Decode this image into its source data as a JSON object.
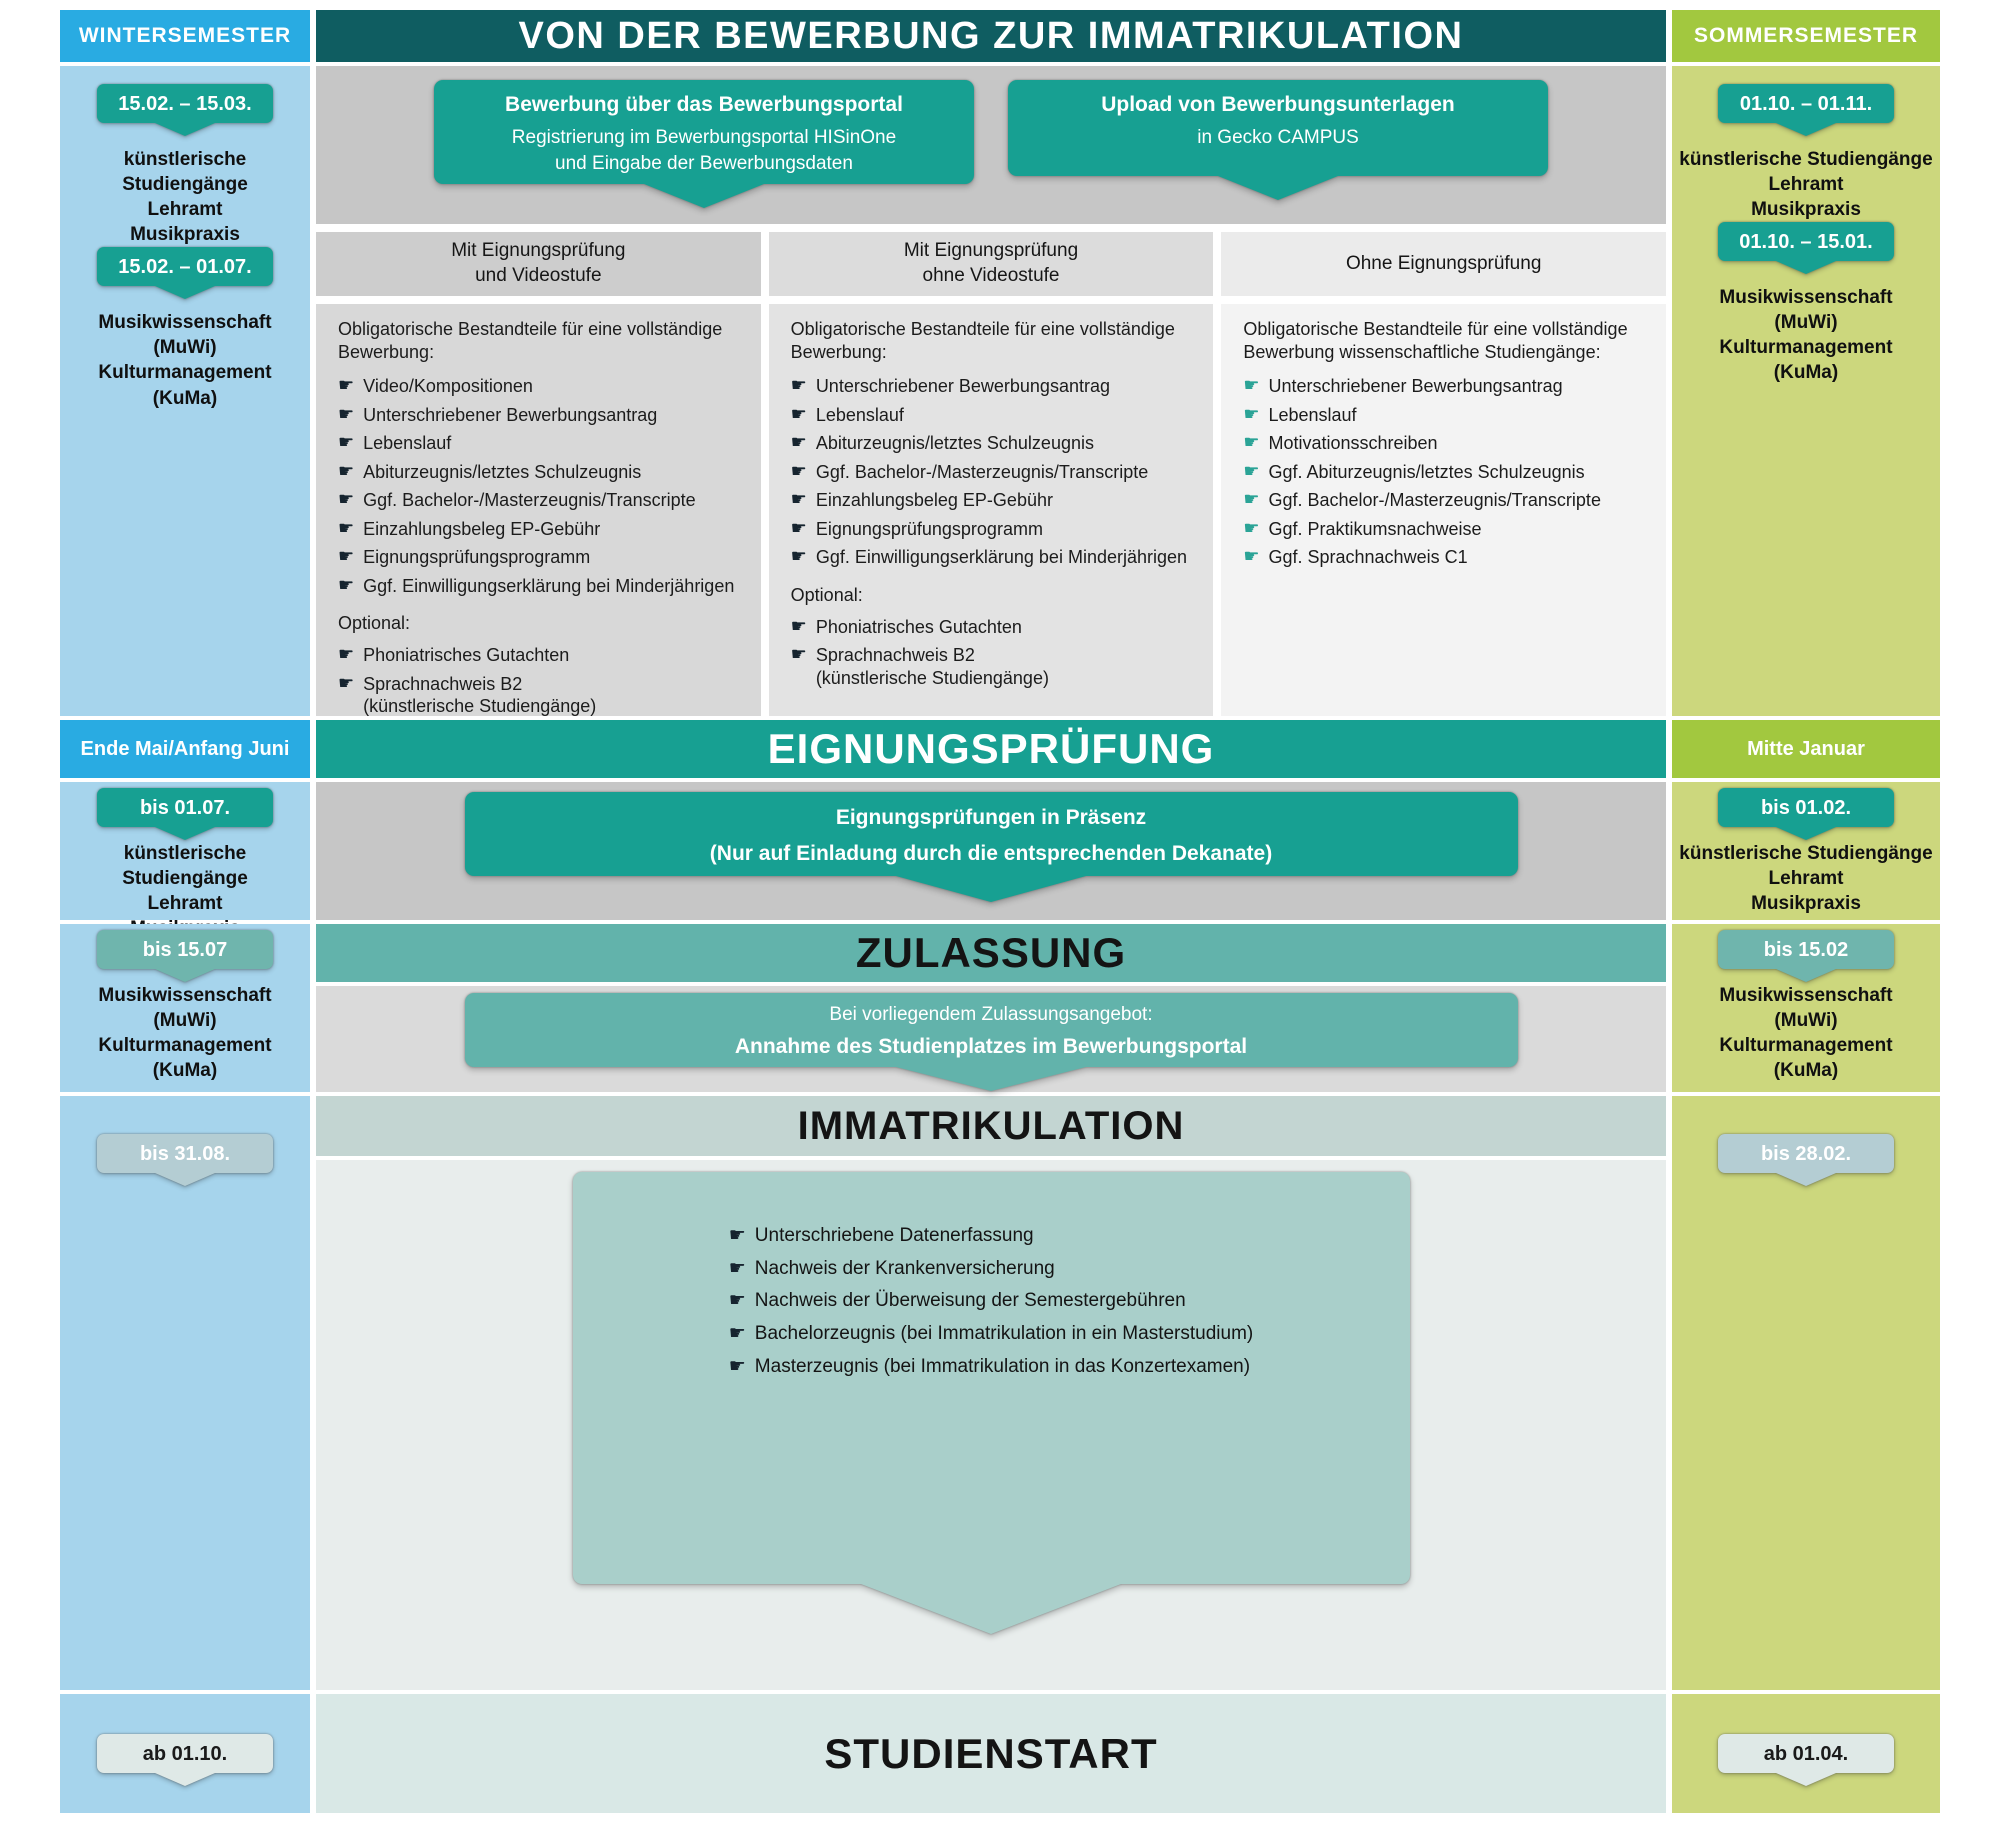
{
  "colors": {
    "blue-light": "#a6d4ec",
    "blue-bright": "#29abe2",
    "green-light": "#ccd77d",
    "green-bright": "#a2c83f",
    "teal-dark": "#0f5d61",
    "teal": "#17a092",
    "teal-mid": "#62b3ab",
    "teal-light": "#a9cfca",
    "badge-muted": "#6fb5ad",
    "badge-gray": "#b4cdd3",
    "badge-pale": "#dfe9e7",
    "bar-immat": "#c3d5d2",
    "band-start": "#d9e8e6",
    "gray-band": "#c6c6c6",
    "zulassung-bg": "#dadada",
    "immat-bg": "#e8edec",
    "bullet-dark": "#16242f",
    "bullet-teal": "#2aa396"
  },
  "icons": {
    "bullet": "☛"
  },
  "header": {
    "winter": "WINTERSEMESTER",
    "title": "VON DER BEWERBUNG ZUR IMMATRIKULATION",
    "summer": "SOMMERSEMESTER"
  },
  "winter": {
    "deadline_art": "15.02. – 15.03.",
    "programs_art": "künstlerische Studiengänge\nLehramt\nMusikpraxis",
    "deadline_sci": "15.02. – 01.07.",
    "programs_sci": "Musikwissenschaft\n(MuWi)\nKulturmanagement\n(KuMa)",
    "exam_period": "Ende Mai/Anfang Juni",
    "exam_deadline_art": "bis 01.07.",
    "exam_programs_art": "künstlerische Studiengänge\nLehramt\nMusikpraxis",
    "admission_deadline_sci": "bis 15.07",
    "admission_programs_sci": "Musikwissenschaft\n(MuWi)\nKulturmanagement\n(KuMa)",
    "enrollment_deadline": "bis 31.08.",
    "start_date": "ab 01.10."
  },
  "summer": {
    "deadline_art": "01.10. – 01.11.",
    "programs_art": "künstlerische Studiengänge\nLehramt\nMusikpraxis",
    "deadline_sci": "01.10. – 15.01.",
    "programs_sci": "Musikwissenschaft\n(MuWi)\nKulturmanagement\n(KuMa)",
    "exam_period": "Mitte Januar",
    "exam_deadline_art": "bis 01.02.",
    "exam_programs_art": "künstlerische Studiengänge\nLehramt\nMusikpraxis",
    "admission_deadline_sci": "bis 15.02",
    "admission_programs_sci": "Musikwissenschaft\n(MuWi)\nKulturmanagement\n(KuMa)",
    "enrollment_deadline": "bis 28.02.",
    "start_date": "ab 01.04."
  },
  "application": {
    "portal_box": {
      "title": "Bewerbung über das Bewerbungsportal",
      "body": "Registrierung im Bewerbungsportal HISinOne\nund Eingabe der Bewerbungsdaten"
    },
    "upload_box": {
      "title": "Upload von Bewerbungsunterlagen",
      "body": "in Gecko CAMPUS"
    },
    "columns": [
      {
        "header": "Mit Eignungsprüfung\nund Videostufe",
        "intro": "Obligatorische Bestandteile für eine vollständige Bewerbung:",
        "items": [
          "Video/Kompositionen",
          "Unterschriebener Bewerbungsantrag",
          "Lebenslauf",
          "Abiturzeugnis/letztes Schulzeugnis",
          "Ggf. Bachelor-/Masterzeugnis/Transcripte",
          "Einzahlungsbeleg EP-Gebühr",
          "Eignungsprüfungsprogramm",
          "Ggf. Einwilligungserklärung bei Minderjährigen"
        ],
        "optional_label": "Optional:",
        "optional_items": [
          "Phoniatrisches Gutachten",
          "Sprachnachweis B2\n(künstlerische Studiengänge)"
        ]
      },
      {
        "header": "Mit Eignungsprüfung\nohne Videostufe",
        "intro": "Obligatorische Bestandteile für eine vollständige Bewerbung:",
        "items": [
          "Unterschriebener Bewerbungsantrag",
          "Lebenslauf",
          "Abiturzeugnis/letztes Schulzeugnis",
          "Ggf. Bachelor-/Masterzeugnis/Transcripte",
          "Einzahlungsbeleg EP-Gebühr",
          "Eignungsprüfungsprogramm",
          "Ggf. Einwilligungserklärung bei Minderjährigen"
        ],
        "optional_label": "Optional:",
        "optional_items": [
          "Phoniatrisches Gutachten",
          "Sprachnachweis B2\n(künstlerische Studiengänge)"
        ]
      },
      {
        "header": "Ohne Eignungsprüfung",
        "intro": "Obligatorische Bestandteile für eine vollständige Bewerbung wissenschaftliche Studiengänge:",
        "items": [
          "Unterschriebener Bewerbungsantrag",
          "Lebenslauf",
          "Motivationsschreiben",
          "Ggf. Abiturzeugnis/letztes Schulzeugnis",
          "Ggf. Bachelor-/Masterzeugnis/Transcripte",
          "Ggf. Praktikumsnachweise",
          "Ggf. Sprachnachweis C1"
        ]
      }
    ]
  },
  "eignungspruefung": {
    "bar": "EIGNUNGSPRÜFUNG",
    "line1": "Eignungsprüfungen in Präsenz",
    "line2": "(Nur auf Einladung durch die entsprechenden Dekanate)"
  },
  "zulassung": {
    "bar": "ZULASSUNG",
    "line1": "Bei vorliegendem Zulassungsangebot:",
    "line2": "Annahme des Studienplatzes im Bewerbungsportal"
  },
  "immatrikulation": {
    "bar": "IMMATRIKULATION",
    "items": [
      "Unterschriebene Datenerfassung",
      "Nachweis der Krankenversicherung",
      "Nachweis der Überweisung der Semestergebühren",
      "Bachelorzeugnis (bei Immatrikulation in ein Masterstudium)",
      "Masterzeugnis (bei Immatrikulation in das Konzertexamen)"
    ]
  },
  "studienstart": {
    "bar": "STUDIENSTART"
  }
}
